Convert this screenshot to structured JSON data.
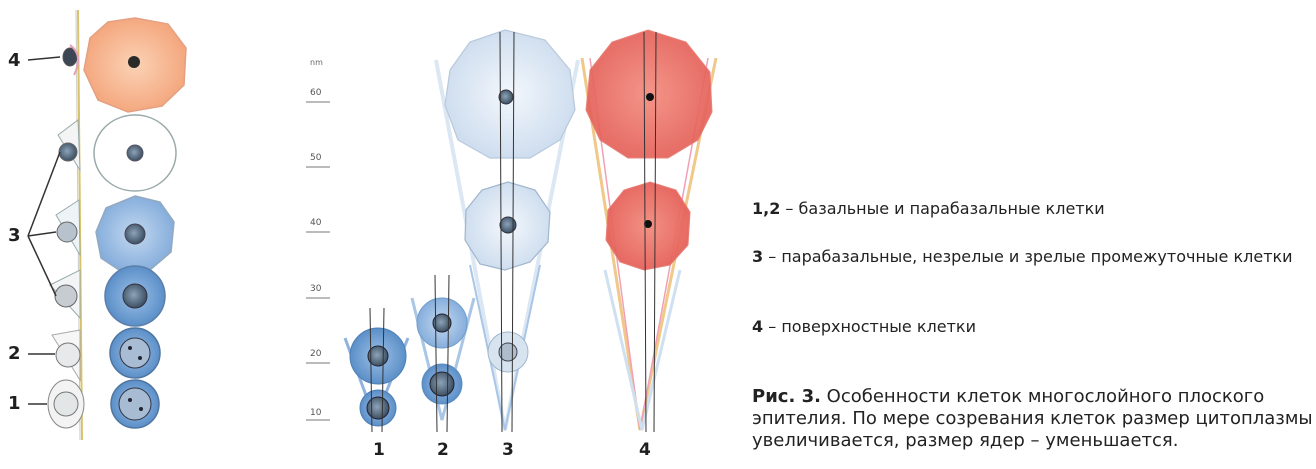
{
  "left_column": {
    "labels": [
      "4",
      "3",
      "2",
      "1"
    ]
  },
  "scale": {
    "unit": "nm",
    "ticks": [
      "60",
      "50",
      "40",
      "30",
      "20",
      "10"
    ]
  },
  "bottom_labels": [
    "1",
    "2",
    "3",
    "4"
  ],
  "legend": [
    {
      "key": "1,2",
      "text": " – базальные и парабазальные клетки"
    },
    {
      "key": "3",
      "text": " – парабазальные, незрелые и зрелые промежуточные клетки"
    },
    {
      "key": "4",
      "text": " –  поверхностные клетки"
    }
  ],
  "caption": {
    "bold": "Рис. 3.",
    "text": " Особенности клеток многослойного плоского эпителия. По мере созревания клеток размер цитоплазмы увеличивается, размер ядер – уменьшается."
  },
  "colors": {
    "dark_blue": "#4d86c4",
    "mid_blue": "#7aa8d8",
    "pale_blue": "#c9dcee",
    "orange": "#f6b38a",
    "red": "#e9675e",
    "pink": "#f29a8e"
  }
}
